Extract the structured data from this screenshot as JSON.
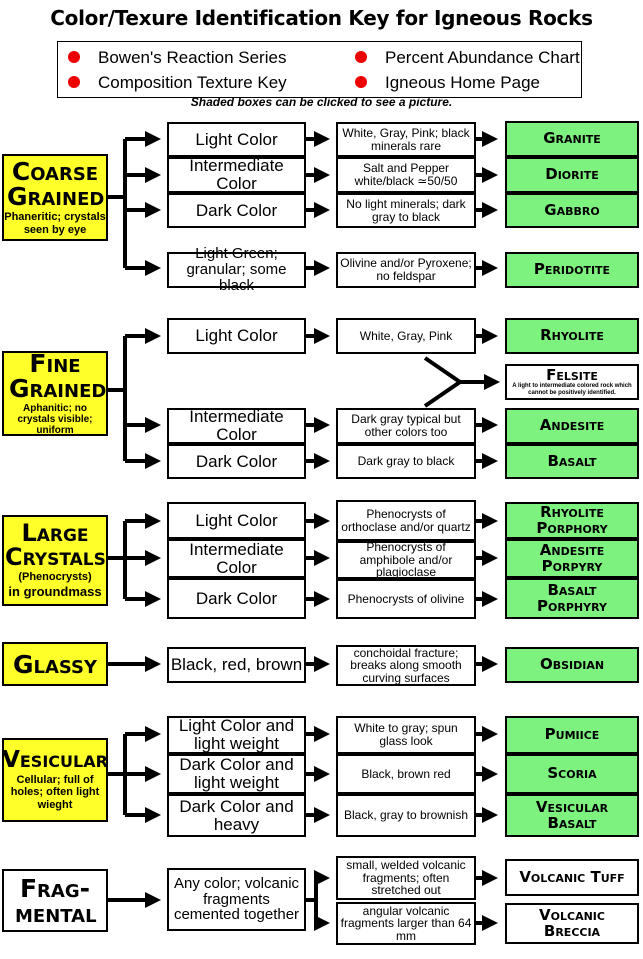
{
  "title": "Color/Texure Identification Key for Igneous Rocks",
  "nav": {
    "bowens": "Bowen's Reaction Series",
    "abundance": "Percent Abundance Chart",
    "composition": "Composition Texture Key",
    "home": "Igneous Home Page"
  },
  "note": "Shaded boxes can be clicked to see a picture.",
  "groups": {
    "coarse": {
      "name": "Coarse Grained",
      "sub": "Phaneritic; crystals seen by eye"
    },
    "fine": {
      "name": "Fine Grained",
      "sub": "Aphanitic; no crystals visible; uniform"
    },
    "large": {
      "name": "Large Crystals",
      "sub1": "(Phenocrysts)",
      "sub2": "in groundmass"
    },
    "glassy": {
      "name": "Glassy"
    },
    "vesicular": {
      "name": "Vesicular",
      "sub": "Cellular; full of holes; often light wieght"
    },
    "frag": {
      "name": "Frag-mental"
    }
  },
  "rows": {
    "c1": {
      "tex": "Light Color",
      "desc": "White, Gray, Pink; black minerals rare",
      "rock": "Granite"
    },
    "c2": {
      "tex": "Intermediate Color",
      "desc": "Salt and Pepper white/black ≃50/50",
      "rock": "Diorite"
    },
    "c3": {
      "tex": "Dark Color",
      "desc": "No light minerals; dark gray to black",
      "rock": "Gabbro"
    },
    "c4": {
      "tex": "Light Green; granular; some black",
      "desc": "Olivine and/or Pyroxene; no feldspar",
      "rock": "Peridotite"
    },
    "f1": {
      "tex": "Light Color",
      "desc": "White, Gray, Pink",
      "rock": "Rhyolite"
    },
    "felsite": {
      "rock": "Felsite",
      "sub": "A light to intermediate colored rock which cannot be positively identified."
    },
    "f2": {
      "tex": "Intermediate Color",
      "desc": "Dark gray typical but other colors too",
      "rock": "Andesite"
    },
    "f3": {
      "tex": "Dark Color",
      "desc": "Dark gray to black",
      "rock": "Basalt"
    },
    "l1": {
      "tex": "Light Color",
      "desc": "Phenocrysts of orthoclase and/or quartz",
      "rock1": "Rhyolite",
      "rock2": "Porphory"
    },
    "l2": {
      "tex": "Intermediate Color",
      "desc": "Phenocrysts of amphibole and/or plagioclase",
      "rock1": "Andesite",
      "rock2": "Porpyry"
    },
    "l3": {
      "tex": "Dark Color",
      "desc": "Phenocrysts of olivine",
      "rock1": "Basalt",
      "rock2": "Porphyry"
    },
    "g1": {
      "tex": "Black, red, brown",
      "desc": "conchoidal fracture; breaks along smooth curving surfaces",
      "rock": "Obsidian"
    },
    "v1": {
      "tex": "Light Color and light weight",
      "desc": "White to gray; spun glass look",
      "rock": "Pumiice"
    },
    "v2": {
      "tex": "Dark Color and light weight",
      "desc": "Black, brown red",
      "rock": "Scoria"
    },
    "v3": {
      "tex": "Dark Color and heavy",
      "desc": "Black, gray to brownish",
      "rock1": "Vesicular",
      "rock2": "Basalt"
    },
    "fr": {
      "tex": "Any color; volcanic fragments cemented together"
    },
    "fr1": {
      "desc": "small, welded volcanic fragments; often stretched out",
      "rock": "Volcanic Tuff"
    },
    "fr2": {
      "desc": "angular volcanic fragments larger than 64 mm",
      "rock1": "Volcanic",
      "rock2": "Breccia"
    }
  },
  "colors": {
    "group": "#ffff2a",
    "rock": "#7ef27e",
    "bullet": "#ee0000"
  }
}
